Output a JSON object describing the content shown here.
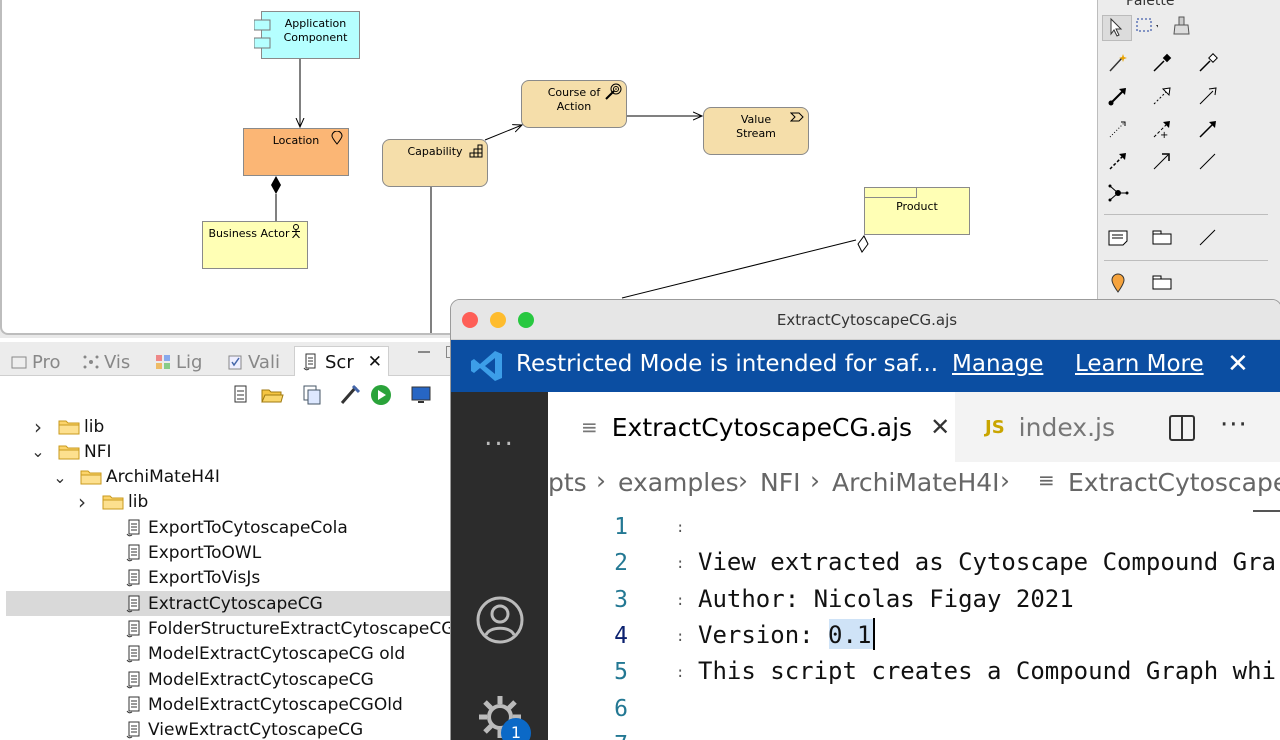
{
  "diagram": {
    "nodes": {
      "application_component": "Application\nComponent",
      "location": "Location",
      "business_actor": "Business Actor",
      "capability": "Capability",
      "course_of_action": "Course of\nAction",
      "value_stream": "Value\nStream",
      "product": "Product"
    }
  },
  "palette": {
    "title": "Palette"
  },
  "views": {
    "tabs": [
      {
        "label": "Pro",
        "icon": "project-icon"
      },
      {
        "label": "Vis",
        "icon": "visualiser-icon"
      },
      {
        "label": "Lig",
        "icon": "lightning-icon"
      },
      {
        "label": "Vali",
        "icon": "validator-icon"
      },
      {
        "label": "Scr",
        "icon": "script-icon"
      }
    ],
    "tree": [
      {
        "label": "lib",
        "type": "folder",
        "expanded": false
      },
      {
        "label": "NFI",
        "type": "folder",
        "expanded": true
      },
      {
        "label": "ArchiMateH4I",
        "type": "folder",
        "expanded": true
      },
      {
        "label": "lib",
        "type": "folder",
        "expanded": false
      },
      {
        "label": "ExportToCytoscapeCola",
        "type": "script"
      },
      {
        "label": "ExportToOWL",
        "type": "script"
      },
      {
        "label": "ExportToVisJs",
        "type": "script"
      },
      {
        "label": "ExtractCytoscapeCG",
        "type": "script",
        "selected": true
      },
      {
        "label": "FolderStructureExtractCytoscapeCG",
        "type": "script"
      },
      {
        "label": "ModelExtractCytoscapeCG old",
        "type": "script"
      },
      {
        "label": "ModelExtractCytoscapeCG",
        "type": "script"
      },
      {
        "label": "ModelExtractCytoscapeCGOld",
        "type": "script"
      },
      {
        "label": "ViewExtractCytoscapeCG",
        "type": "script"
      }
    ]
  },
  "vscode": {
    "window_title": "ExtractCytoscapeCG.ajs",
    "banner": {
      "message": "Restricted Mode is intended for saf...",
      "manage": "Manage",
      "learn_more": "Learn More"
    },
    "activity": {
      "more": "...",
      "badge": "1"
    },
    "tabs": [
      {
        "label": "ExtractCytoscapeCG.ajs",
        "active": true
      },
      {
        "label": "index.js",
        "active": false,
        "badge": "JS"
      }
    ],
    "breadcrumb": [
      "pts",
      "examples",
      "NFI",
      "ArchiMateH4I",
      "ExtractCytoscapeC"
    ],
    "lines": [
      {
        "n": "1",
        "text": ""
      },
      {
        "n": "2",
        "text": "View extracted as Cytoscape Compound Gra"
      },
      {
        "n": "3",
        "text": "Author: Nicolas Figay 2021"
      },
      {
        "n": "4",
        "text": "Version: 0.1"
      },
      {
        "n": "5",
        "text": "This script creates a Compound Graph whi"
      },
      {
        "n": "6",
        "text": ""
      },
      {
        "n": "7",
        "text": ""
      }
    ]
  },
  "colors": {
    "application": "#b5ffff",
    "location": "#fbb675",
    "business": "#ffffb5",
    "strategy": "#f5deaa",
    "banner": "#0b4ea2",
    "activity_bar": "#2c2c2c"
  }
}
